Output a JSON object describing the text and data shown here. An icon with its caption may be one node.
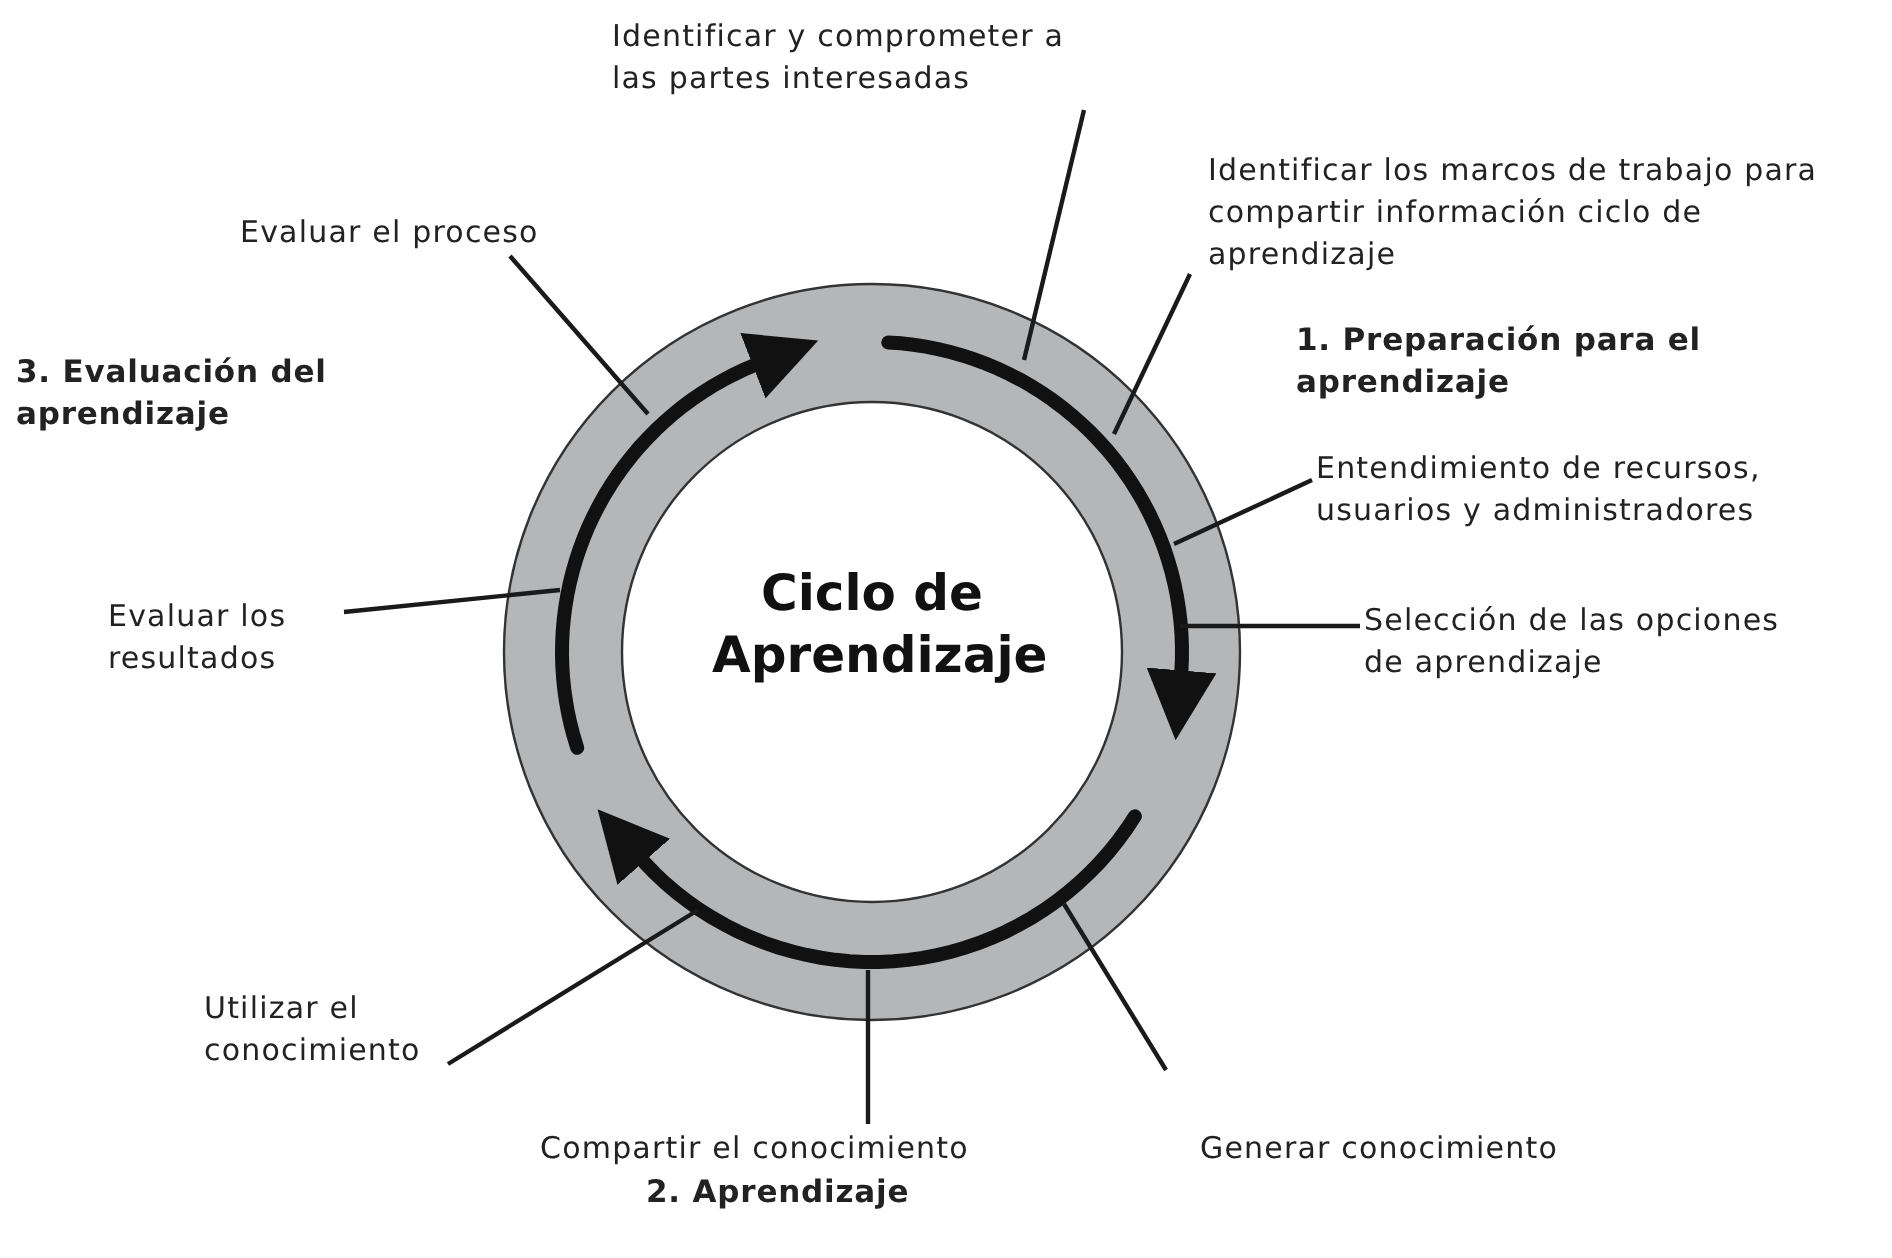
{
  "diagram": {
    "nodes": [
      {
        "text": [
          "Ciclo de Aprendizaje"
        ]
      },
      {
        "text": [
          "Identificar y comprometer a las partes interesadas"
        ]
      },
      {
        "text": [
          "Identificar los marcos de trabajo para compartir información ciclo de aprendizaje"
        ]
      },
      {
        "text": [
          "Entendimiento de recursos, usuarios y administradores"
        ]
      },
      {
        "text": [
          "Selección de las opciones de aprendizaje"
        ]
      },
      {
        "text": [
          "Generar conocimiento"
        ]
      },
      {
        "text": [
          "Compartir el conocimiento"
        ]
      },
      {
        "text": [
          "Utilizar el conocimiento"
        ]
      },
      {
        "text": [
          "Evaluar los resultados"
        ]
      },
      {
        "text": [
          "Evaluar el proceso"
        ]
      }
    ],
    "edges": [
      {
        "from": 1,
        "to": 0,
        "arrow": "none"
      },
      {
        "from": 2,
        "to": 0,
        "arrow": "none"
      },
      {
        "from": 3,
        "to": 0,
        "arrow": "none"
      },
      {
        "from": 4,
        "to": 0,
        "arrow": "none"
      },
      {
        "from": 5,
        "to": 0,
        "arrow": "none"
      },
      {
        "from": 6,
        "to": 0,
        "arrow": "none"
      },
      {
        "from": 7,
        "to": 0,
        "arrow": "none"
      },
      {
        "from": 8,
        "to": 0,
        "arrow": "none"
      },
      {
        "from": 9,
        "to": 0,
        "arrow": "none"
      }
    ],
    "labels": [
      "3. Evaluación del aprendizaje",
      "1. Preparación para el aprendizaje",
      "2. Aprendizaje"
    ]
  }
}
